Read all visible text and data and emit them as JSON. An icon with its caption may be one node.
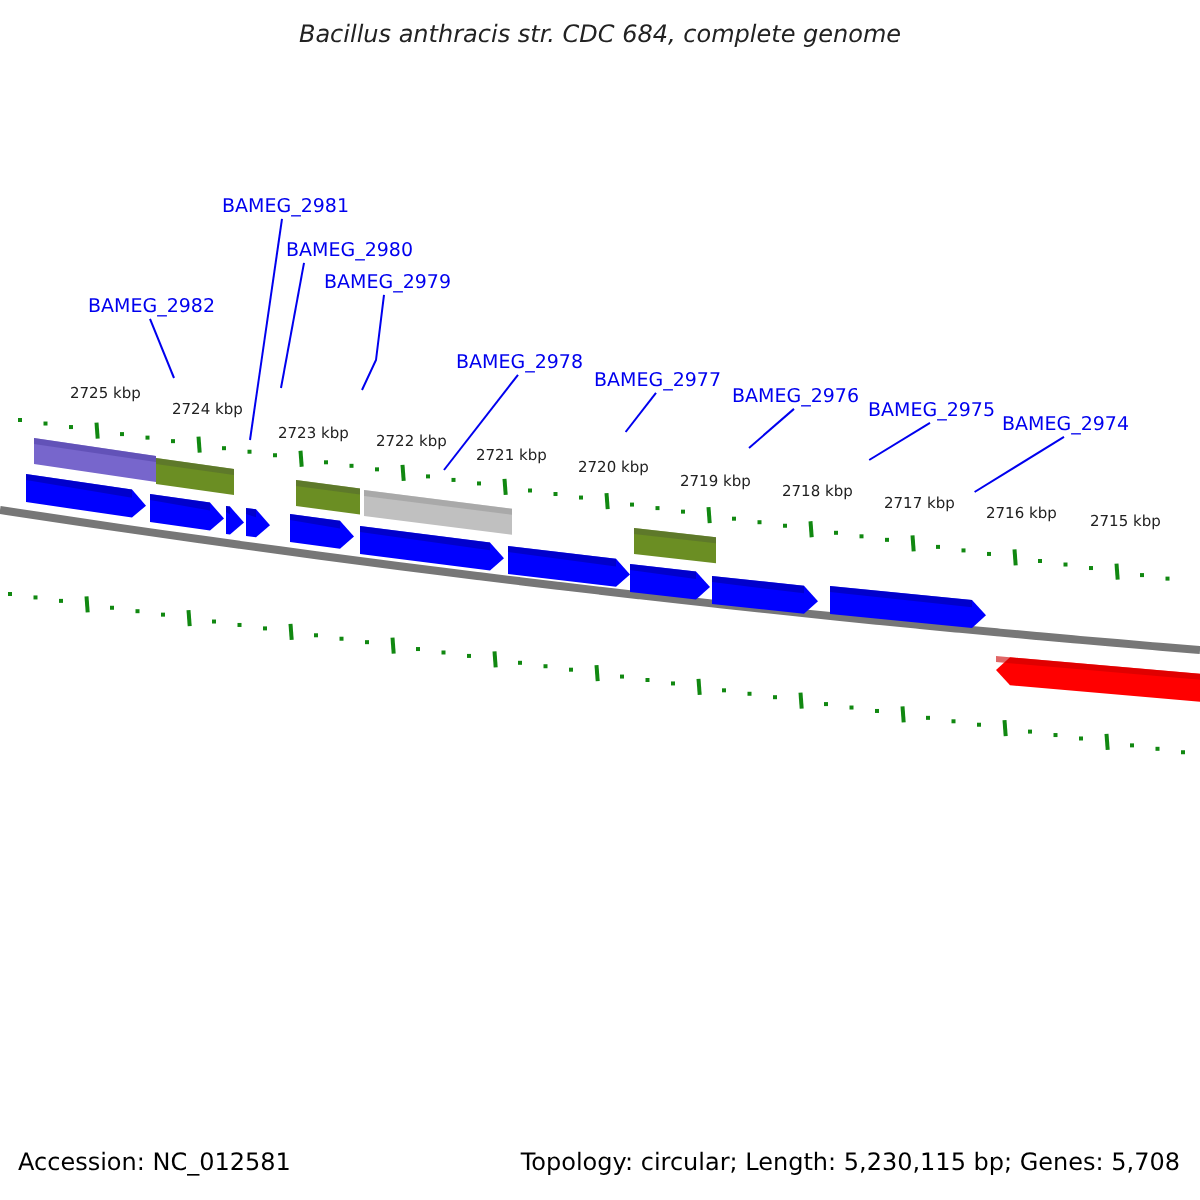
{
  "diagram": {
    "title": "Bacillus anthracis str. CDC 684, complete genome",
    "nodes": [
      {
        "text": [
          "BAMEG_2982"
        ]
      },
      {
        "text": [
          "BAMEG_2981"
        ]
      },
      {
        "text": [
          "BAMEG_2980"
        ]
      },
      {
        "text": [
          "BAMEG_2979"
        ]
      },
      {
        "text": [
          "BAMEG_2978"
        ]
      },
      {
        "text": [
          "BAMEG_2977"
        ]
      },
      {
        "text": [
          "BAMEG_2976"
        ]
      },
      {
        "text": [
          "BAMEG_2975"
        ]
      },
      {
        "text": [
          "BAMEG_2974"
        ]
      }
    ],
    "edges": [
      {
        "from": 0,
        "to": null,
        "arrow": "none"
      },
      {
        "from": 1,
        "to": null,
        "arrow": "none"
      },
      {
        "from": 2,
        "to": null,
        "arrow": "none"
      },
      {
        "from": 3,
        "to": null,
        "arrow": "none"
      },
      {
        "from": 4,
        "to": null,
        "arrow": "none"
      },
      {
        "from": 5,
        "to": null,
        "arrow": "none"
      },
      {
        "from": 6,
        "to": null,
        "arrow": "none"
      },
      {
        "from": 7,
        "to": null,
        "arrow": "none"
      },
      {
        "from": 8,
        "to": null,
        "arrow": "none"
      }
    ],
    "labels": [
      "2725 kbp",
      "2724 kbp",
      "2723 kbp",
      "2722 kbp",
      "2721 kbp",
      "2720 kbp",
      "2719 kbp",
      "2718 kbp",
      "2717 kbp",
      "2716 kbp",
      "2715 kbp",
      "Accession: NC_012581",
      "Topology: circular; Length: 5,230,115 bp; Genes: 5,708"
    ]
  }
}
